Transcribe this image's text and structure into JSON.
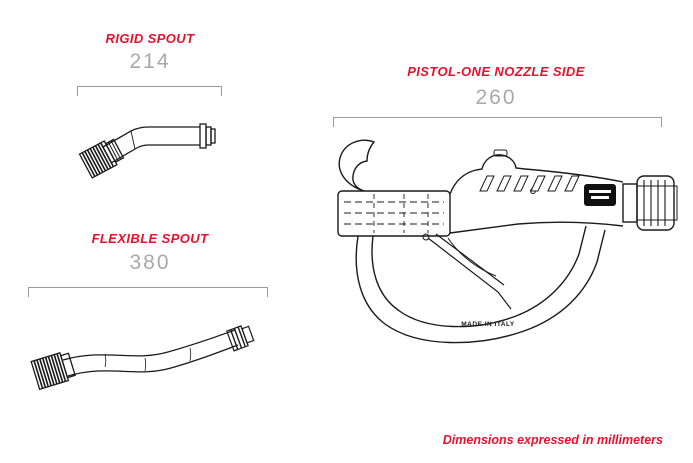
{
  "colors": {
    "accent": "#e8112d",
    "dimension_text": "#a9a9a9",
    "bracket_line": "#9b9b9b",
    "drawing_line": "#1a1a1a"
  },
  "sections": {
    "rigid_spout": {
      "title": "RIGID SPOUT",
      "dimension_mm": "214"
    },
    "flexible_spout": {
      "title": "FLEXIBLE SPOUT",
      "dimension_mm": "380"
    },
    "pistol": {
      "title": "PISTOL-ONE NOZZLE SIDE",
      "dimension_mm": "260",
      "engraving": "MADE IN ITALY"
    }
  },
  "footer": {
    "note": "Dimensions expressed in millimeters"
  }
}
